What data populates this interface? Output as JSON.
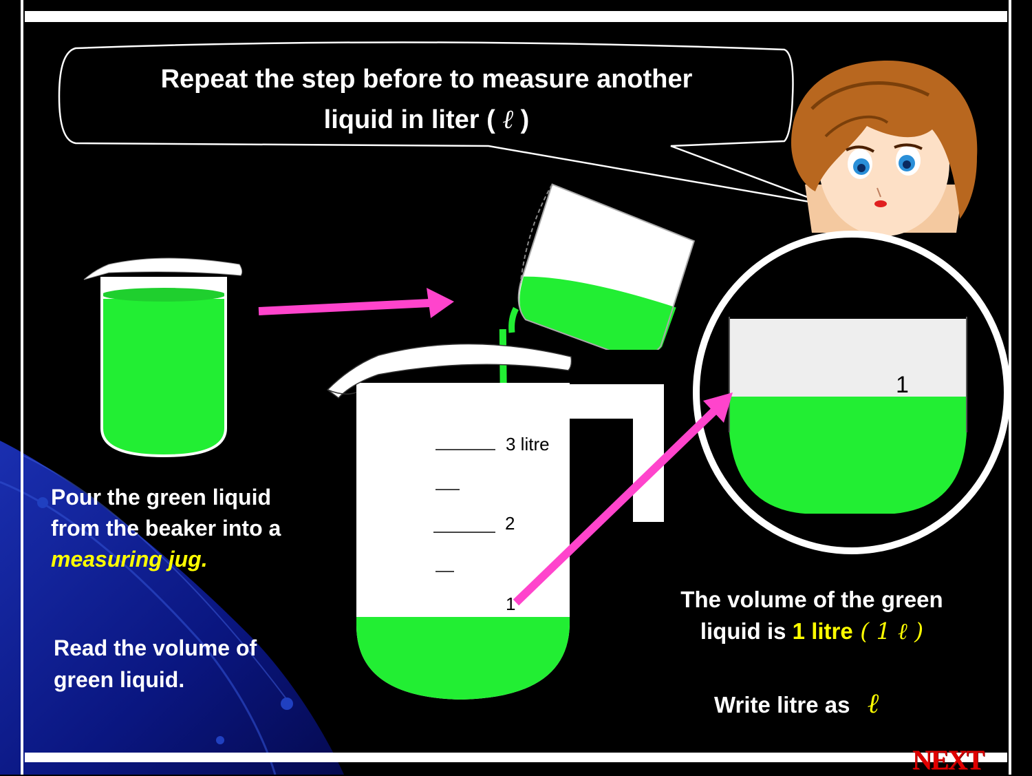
{
  "bubble": {
    "line1": "Repeat  the step before to measure another",
    "line2_prefix": "liquid in liter ( ",
    "line2_symbol": "ℓ",
    "line2_suffix": " )"
  },
  "left_instructions": {
    "pour_line1": "Pour the green liquid",
    "pour_line2": "from the beaker into a",
    "pour_highlight": "measuring jug.",
    "read_line1": "Read the volume of",
    "read_line2": "green liquid."
  },
  "jug_scale": {
    "mark_3": "3 litre",
    "mark_2": "2",
    "mark_1": "1"
  },
  "zoom_scale": {
    "mark_1": "1"
  },
  "result": {
    "line1": "The volume of the green",
    "line2_prefix": "liquid is ",
    "line2_value": "1 litre",
    "line2_symbol": " ( 1 ℓ )",
    "write_text": "Write litre as",
    "write_symbol": "ℓ"
  },
  "nav": {
    "next_label": "NEXT"
  },
  "colors": {
    "background": "#000000",
    "liquid": "#22ee33",
    "arrow": "#ff44cc",
    "highlight": "#ffff00",
    "next": "#e00000",
    "swoosh": "#0a1a8a"
  }
}
